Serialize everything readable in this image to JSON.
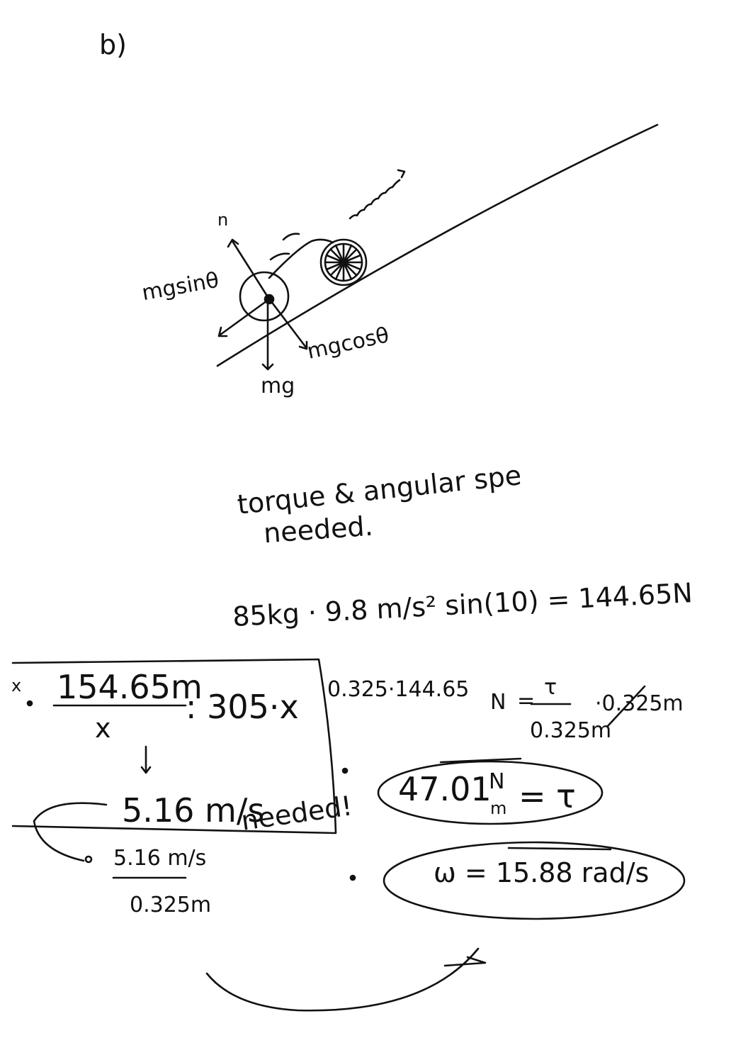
{
  "part_label": "b)",
  "diagram": {
    "label_normal": "n",
    "label_mg_sin": "mgsinθ",
    "label_mg": "mg",
    "label_mg_cos": "mgcosθ"
  },
  "note": {
    "line1": "torque & angular spe",
    "line2": "needed."
  },
  "force_equation": "85kg · 9.8 m/s² sin(10) = 144.65N",
  "box": {
    "x_marker": "x",
    "numerator": "154.65m",
    "denominator": "x",
    "rhs": ": 305·x",
    "result": "5.16 m/s",
    "result_note": "needed!"
  },
  "torque_calc": {
    "product": "0.325·144.65",
    "n_label": "N",
    "tau_symbol": "τ",
    "radius_crossed": "·0.325m",
    "radius_den": "0.325m",
    "torque_value": "47.01",
    "torque_unit_num": "N",
    "torque_unit_den": "m",
    "torque_equals": "= τ"
  },
  "omega_calc": {
    "numerator": "5.16 m/s",
    "denominator": "0.325m",
    "result": "ω = 15.88 rad/s"
  }
}
